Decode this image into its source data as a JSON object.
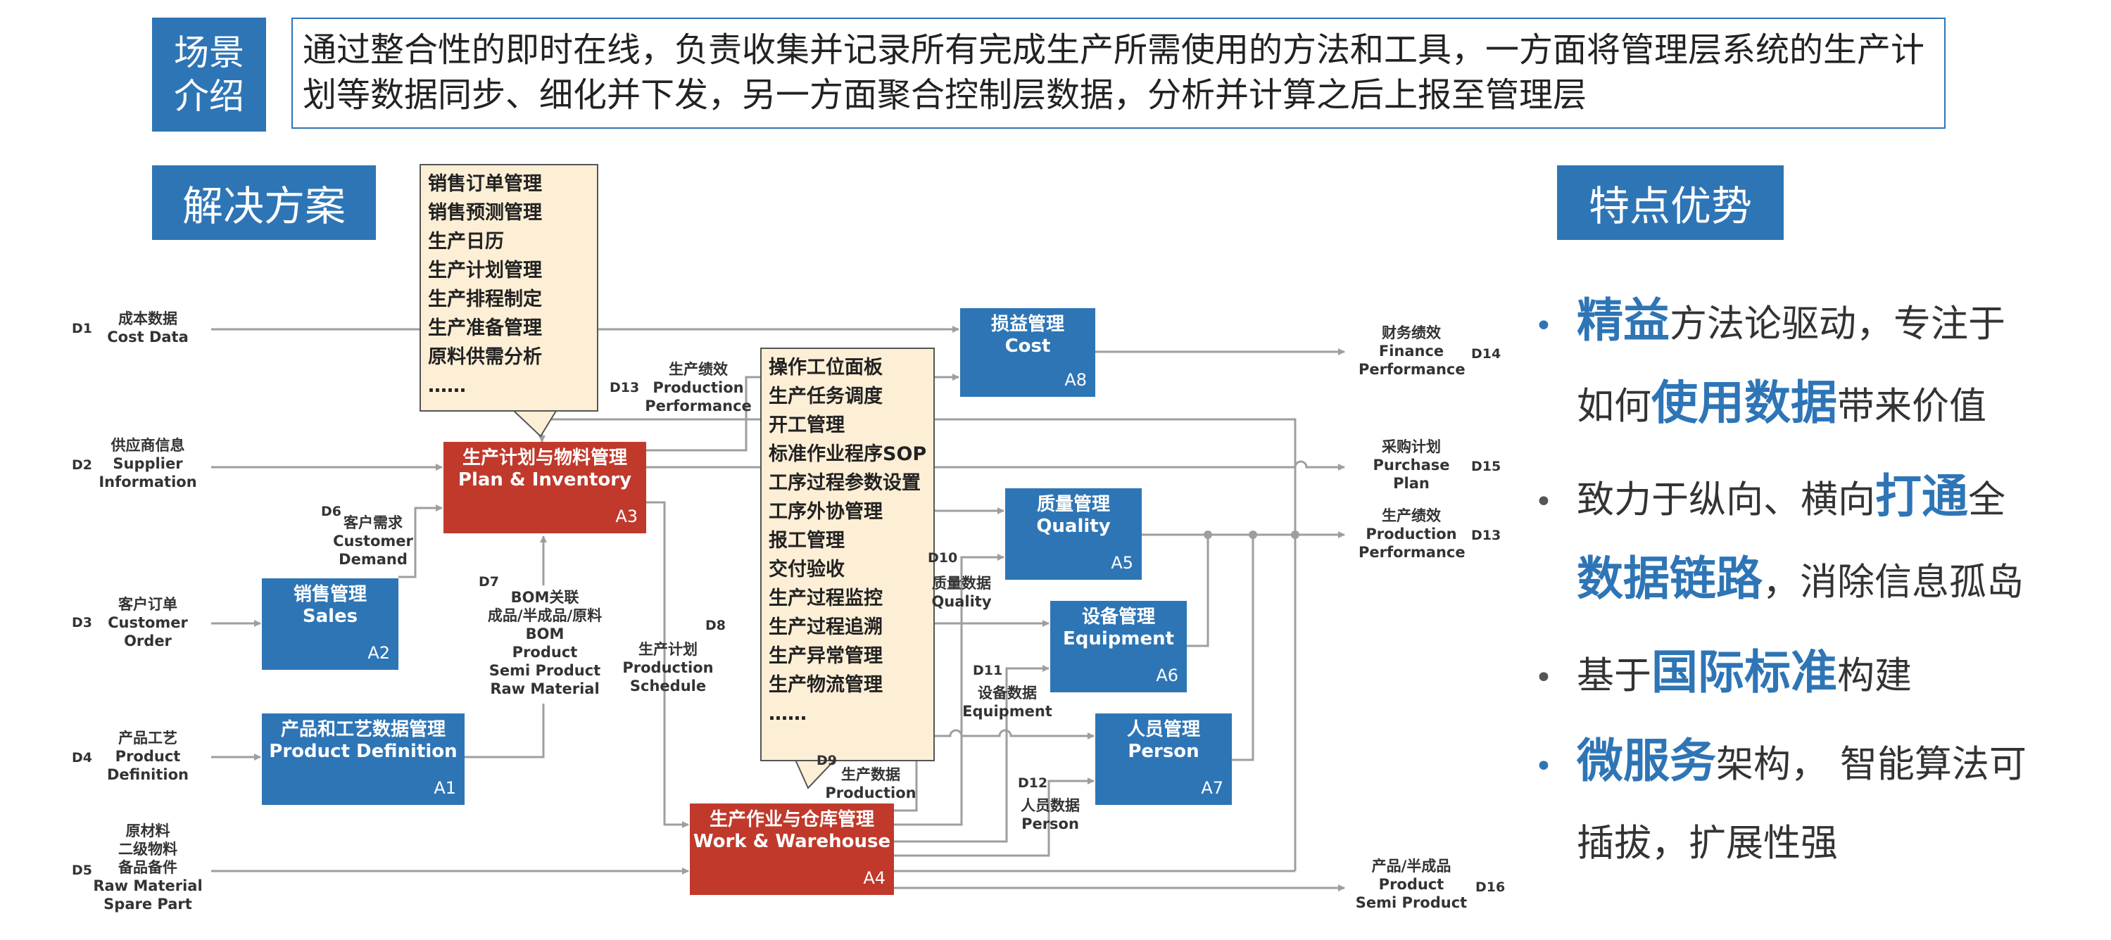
{
  "intro": {
    "tag_line1": "场景",
    "tag_line2": "介绍",
    "text": "通过整合性的即时在线，负责收集并记录所有完成生产所需使用的方法和工具，一方面将管理层系统的生产计划等数据同步、细化并下发，另一方面聚合控制层数据，分析并计算之后上报至管理层"
  },
  "solution_tag": "解决方案",
  "features_tag": "特点优势",
  "nodes": {
    "a8": {
      "cn": "损益管理",
      "en": "Cost",
      "code": "A8"
    },
    "a3": {
      "cn": "生产计划与物料管理",
      "en": "Plan & Inventory",
      "code": "A3"
    },
    "a2": {
      "cn": "销售管理",
      "en": "Sales",
      "code": "A2"
    },
    "a1": {
      "cn": "产品和工艺数据管理",
      "en": "Product Definition",
      "code": "A1"
    },
    "a5": {
      "cn": "质量管理",
      "en": "Quality",
      "code": "A5"
    },
    "a6": {
      "cn": "设备管理",
      "en": "Equipment",
      "code": "A6"
    },
    "a7": {
      "cn": "人员管理",
      "en": "Person",
      "code": "A7"
    },
    "a4": {
      "cn": "生产作业与仓库管理",
      "en": "Work & Warehouse",
      "code": "A4"
    }
  },
  "callout_plan": [
    "销售订单管理",
    "销售预测管理",
    "生产日历",
    "生产计划管理",
    "生产排程制定",
    "生产准备管理",
    "原料供需分析",
    "……"
  ],
  "callout_work": [
    "操作工位面板",
    "生产任务调度",
    "开工管理",
    "标准作业程序SOP",
    "工序过程参数设置",
    "工序外协管理",
    "报工管理",
    "交付验收",
    "生产过程监控",
    "生产过程追溯",
    "生产异常管理",
    "生产物流管理",
    "……"
  ],
  "inputs": {
    "d1": {
      "code": "D1",
      "cn": "成本数据",
      "en": "Cost Data"
    },
    "d2": {
      "code": "D2",
      "cn": "供应商信息",
      "en1": "Supplier",
      "en2": "Information"
    },
    "d3": {
      "code": "D3",
      "cn": "客户订单",
      "en1": "Customer",
      "en2": "Order"
    },
    "d4": {
      "code": "D4",
      "cn": "产品工艺",
      "en1": "Product",
      "en2": "Definition"
    },
    "d5": {
      "code": "D5",
      "cn1": "原材料",
      "cn2": "二级物料",
      "cn3": "备品备件",
      "en1": "Raw Material",
      "en2": "Spare Part"
    }
  },
  "outputs": {
    "d14": {
      "code": "D14",
      "cn": "财务绩效",
      "en1": "Finance",
      "en2": "Performance"
    },
    "d15": {
      "code": "D15",
      "cn": "采购计划",
      "en1": "Purchase",
      "en2": "Plan"
    },
    "d13": {
      "code": "D13",
      "cn": "生产绩效",
      "en1": "Production",
      "en2": "Performance"
    },
    "d16": {
      "code": "D16",
      "cn": "产品/半成品",
      "en1": "Product",
      "en2": "Semi Product"
    }
  },
  "flows": {
    "d13_mid": {
      "code": "D13",
      "cn": "生产绩效",
      "en1": "Production",
      "en2": "Performance"
    },
    "d6": {
      "code": "D6",
      "cn": "客户需求",
      "en1": "Customer",
      "en2": "Demand"
    },
    "d7": {
      "code": "D7",
      "l1": "BOM关联",
      "l2": "成品/半成品/原料",
      "l3": "BOM",
      "l4": "Product",
      "l5": "Semi Product",
      "l6": "Raw Material"
    },
    "d8": {
      "code": "D8",
      "cn": "生产计划",
      "en1": "Production",
      "en2": "Schedule"
    },
    "d9": {
      "code": "D9",
      "cn": "生产数据",
      "en": "Production"
    },
    "d10": {
      "code": "D10",
      "cn": "质量数据",
      "en": "Quality"
    },
    "d11": {
      "code": "D11",
      "cn": "设备数据",
      "en": "Equipment"
    },
    "d12": {
      "code": "D12",
      "cn": "人员数据",
      "en": "Person"
    }
  },
  "features": [
    {
      "hl1": "精益",
      "t1": "方法论驱动，专注于",
      "t2a": "如何",
      "hl2": "使用数据",
      "t2b": "带来价值"
    },
    {
      "t1a": "致力于纵向、横向",
      "hl1": "打通",
      "t1b": "全",
      "hl2": "数据链路",
      "t2b": "，消除信息孤岛"
    },
    {
      "t1a": "基于",
      "hl1": "国际标准",
      "t1b": "构建"
    },
    {
      "hl1": "微服务",
      "t1": "架构， 智能算法可",
      "t2": "插拔，扩展性强"
    }
  ],
  "colors": {
    "accent": "#2e75b6",
    "red": "#c0392b",
    "callout": "#fdefd6",
    "line": "#9e9e9e"
  }
}
